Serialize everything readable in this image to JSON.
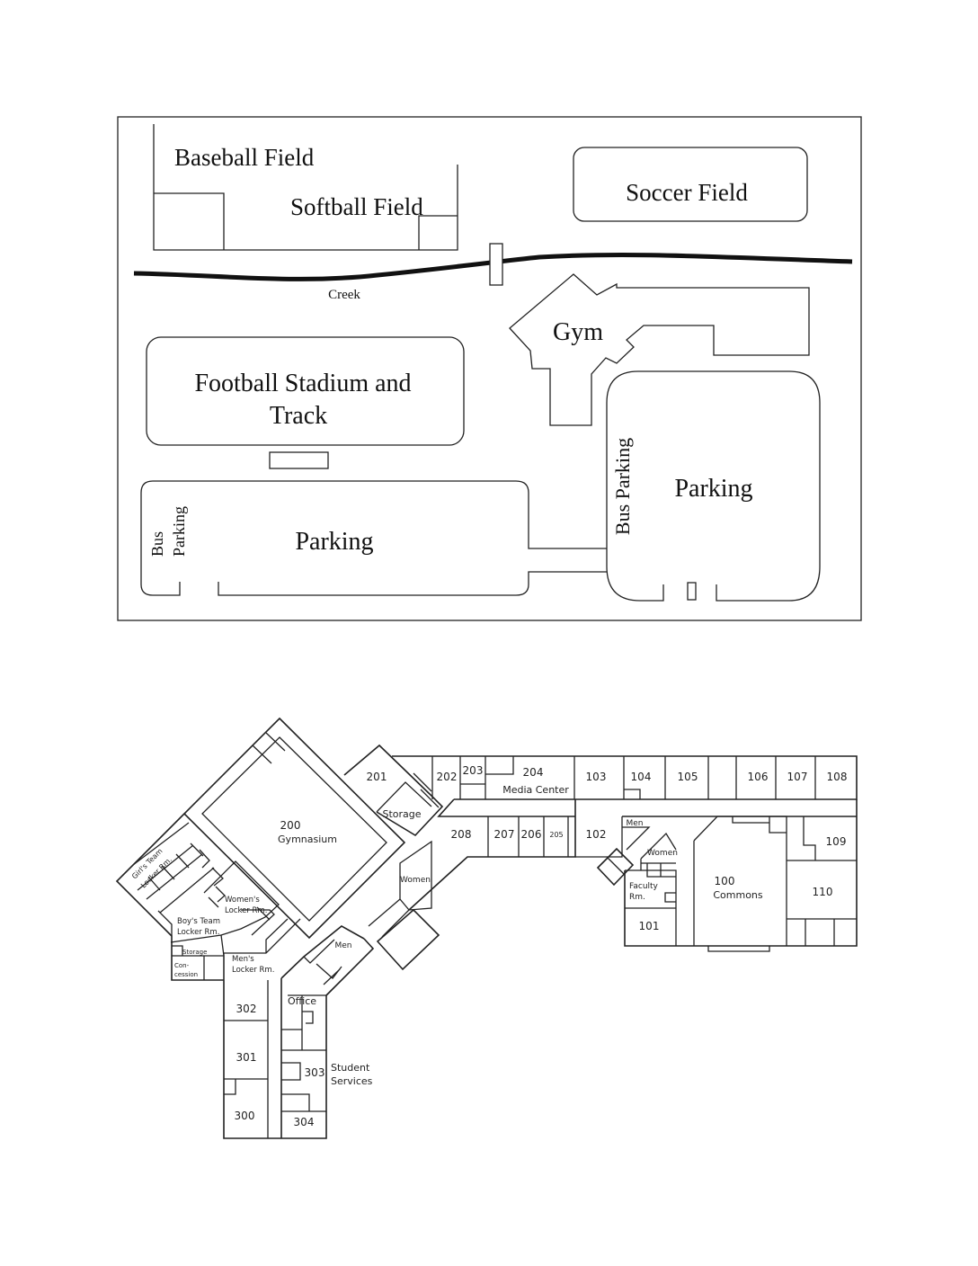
{
  "campus": {
    "baseball": "Baseball Field",
    "softball": "Softball Field",
    "soccer": "Soccer Field",
    "creek": "Creek",
    "gym": "Gym",
    "football_line1": "Football Stadium and",
    "football_line2": "Track",
    "parking_left": "Parking",
    "bus_left_1": "Bus",
    "bus_left_2": "Parking",
    "bus_right": "Bus Parking",
    "parking_right": "Parking"
  },
  "building": {
    "r201": "201",
    "r202": "202",
    "r203": "203",
    "r204": "204",
    "media": "Media Center",
    "r103": "103",
    "r104": "104",
    "r105": "105",
    "r106": "106",
    "r107": "107",
    "r108": "108",
    "r200": "200",
    "gymnasium": "Gymnasium",
    "storage_top": "Storage",
    "r208": "208",
    "r207": "207",
    "r206": "206",
    "r205": "205",
    "r102": "102",
    "men_right": "Men",
    "women_right": "Women",
    "r109": "109",
    "r100": "100",
    "commons": "Commons",
    "r110": "110",
    "faculty1": "Faculty",
    "faculty2": "Rm.",
    "r101": "101",
    "girls1": "Girl's Team",
    "girls2": "Locker Rm.",
    "womens1": "Women's",
    "womens2": "Locker Rm.",
    "boys1": "Boy's Team",
    "boys2": "Locker Rm.",
    "storage_small": "Storage",
    "conc1": "Con-",
    "conc2": "cession",
    "mens1": "Men's",
    "mens2": "Locker Rm.",
    "women_mid": "Women",
    "men_mid": "Men",
    "office": "Office",
    "r302": "302",
    "r301": "301",
    "r300": "300",
    "r303": "303",
    "student1": "Student",
    "student2": "Services",
    "r304": "304"
  }
}
